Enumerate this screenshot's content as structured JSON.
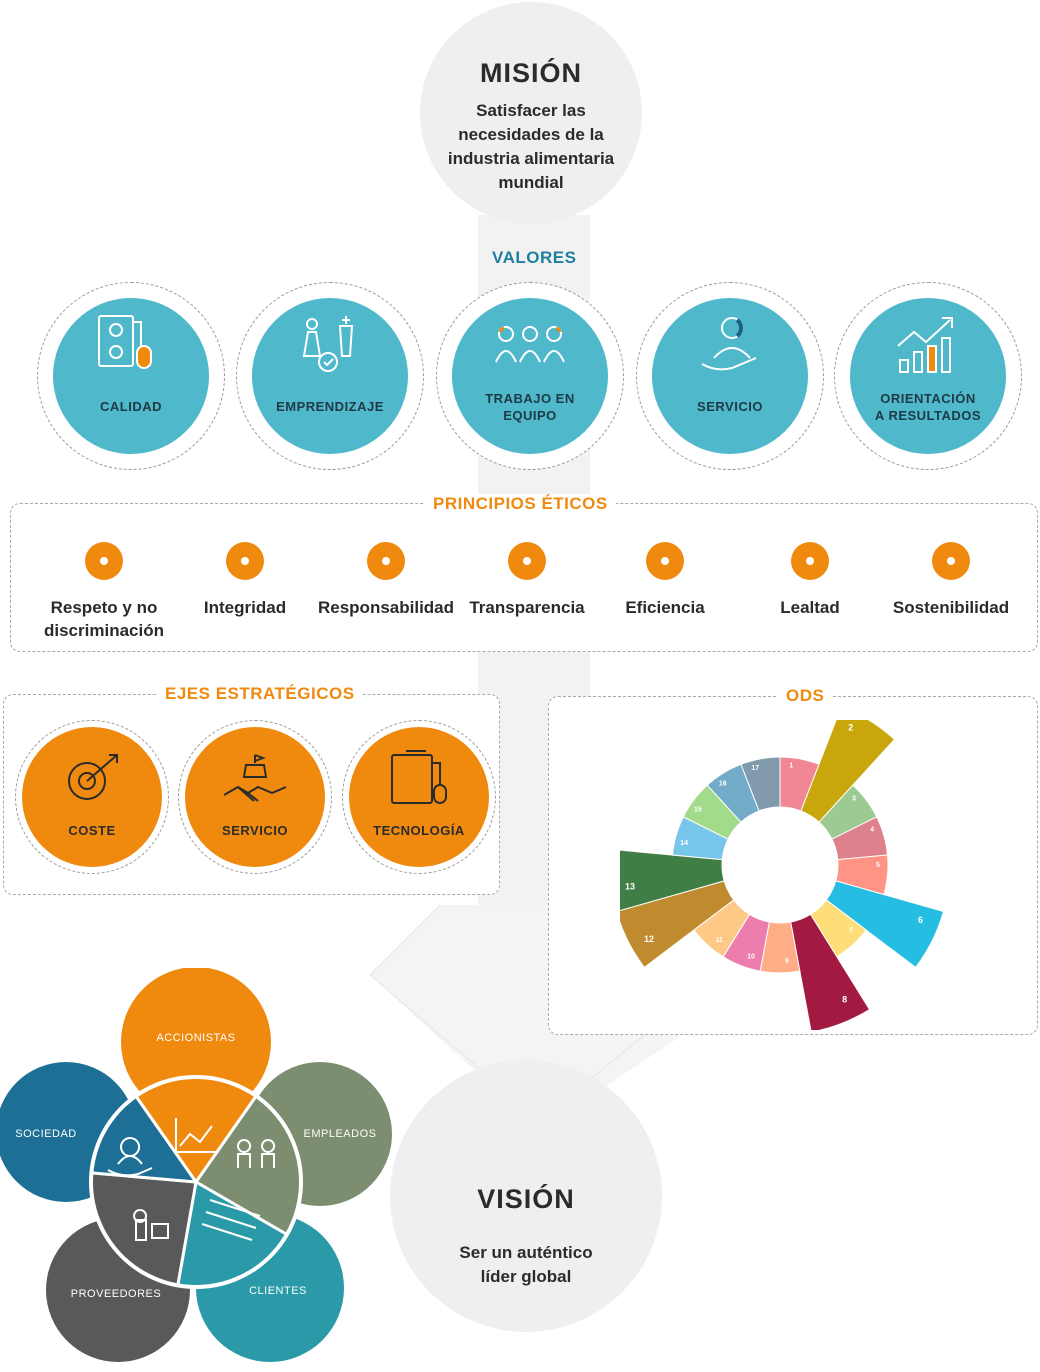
{
  "mision": {
    "title": "MISIÓN",
    "text": "Satisfacer las necesidades de la industria alimentaria mundial"
  },
  "valores": {
    "title": "VALORES",
    "items": [
      {
        "line1": "CALIDAD",
        "line2": "",
        "icon": "quality-checklist-icon"
      },
      {
        "line1": "EMPRENDIZAJE",
        "line2": "",
        "icon": "chess-pieces-icon"
      },
      {
        "line1": "TRABAJO EN",
        "line2": "EQUIPO",
        "icon": "team-people-icon"
      },
      {
        "line1": "SERVICIO",
        "line2": "",
        "icon": "hand-person-icon"
      },
      {
        "line1": "ORIENTACIÓN",
        "line2": "A RESULTADOS",
        "icon": "growth-chart-icon"
      }
    ]
  },
  "principios": {
    "title": "PRINCIPIOS ÉTICOS",
    "items": [
      {
        "line1": "Respeto y no",
        "line2": "discriminación"
      },
      {
        "line1": "Integridad",
        "line2": ""
      },
      {
        "line1": "Responsabilidad",
        "line2": ""
      },
      {
        "line1": "Transparencia",
        "line2": ""
      },
      {
        "line1": "Eficiencia",
        "line2": ""
      },
      {
        "line1": "Lealtad",
        "line2": ""
      },
      {
        "line1": "Sostenibilidad",
        "line2": ""
      }
    ]
  },
  "ejes": {
    "title": "EJES ESTRATÉGICOS",
    "items": [
      {
        "label": "COSTE",
        "icon": "gear-target-icon"
      },
      {
        "label": "SERVICIO",
        "icon": "handshake-icon"
      },
      {
        "label": "TECNOLOGÍA",
        "icon": "tech-device-icon"
      }
    ]
  },
  "ods": {
    "title": "ODS",
    "highlighted": [
      {
        "number": "2",
        "color": "#c9a70c"
      },
      {
        "number": "6",
        "color": "#22a7d8"
      },
      {
        "number": "8",
        "color": "#8d1838"
      },
      {
        "number": "12",
        "color": "#c9920c"
      },
      {
        "number": "13",
        "color": "#3d7d36"
      }
    ],
    "segment_colors": [
      "#e5243b",
      "#c9a70c",
      "#4c9f38",
      "#c5192d",
      "#ff3a21",
      "#26bde2",
      "#fcc30b",
      "#a21942",
      "#fd6925",
      "#dd1367",
      "#fd9d24",
      "#bf8b2e",
      "#3f7e44",
      "#0a97d9",
      "#56c02b",
      "#00689d",
      "#19486a"
    ]
  },
  "grupos": {
    "accionistas": "ACCIONISTAS",
    "empleados": "EMPLEADOS",
    "sociedad": "SOCIEDAD",
    "proveedores": "PROVEEDORES",
    "clientes": "CLIENTES",
    "colors": {
      "accionistas": "#ef8a0f",
      "empleados": "#7d8d6f",
      "sociedad": "#1d6f96",
      "proveedores": "#59595b",
      "clientes": "#2a9aa8"
    }
  },
  "vision": {
    "title": "VISIÓN",
    "text": "Ser un auténtico líder global"
  },
  "colors": {
    "teal": "#4fb8cb",
    "orange": "#ef8a0f",
    "valores_title": "#1e7fa0"
  }
}
